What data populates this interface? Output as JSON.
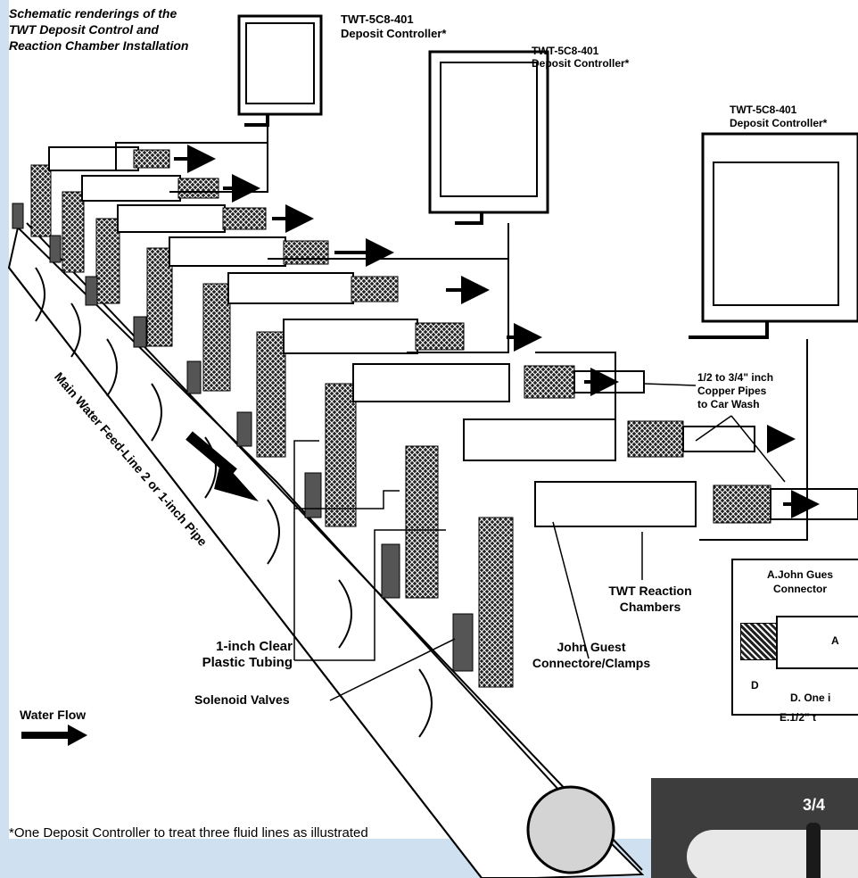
{
  "title_lines": [
    "Schematic renderings of the",
    "TWT Deposit Control and",
    "Reaction Chamber Installation"
  ],
  "controllers": [
    {
      "model": "TWT-5C8-401",
      "name": "Deposit Controller*"
    },
    {
      "model": "TWT-5C8-401",
      "name": "Deposit Controller*"
    },
    {
      "model": "TWT-5C8-401",
      "name": "Deposit Controller*"
    }
  ],
  "labels": {
    "copper_pipes": [
      "1/2 to 3/4\" inch",
      "Copper Pipes",
      "to Car Wash"
    ],
    "reaction_chambers": [
      "TWT Reaction",
      "Chambers"
    ],
    "john_guest": [
      "John Guest",
      "Connectore/Clamps"
    ],
    "clear_tubing": [
      "1-inch Clear",
      "Plastic Tubing"
    ],
    "solenoid": "Solenoid Valves",
    "main_line": "Main Water Feed-Line 2 or 1-inch Pipe",
    "water_flow": "Water Flow",
    "footnote": "*One Deposit Controller to treat three fluid lines as illustrated"
  },
  "legend": {
    "heading": [
      "A.John Gues",
      "Connector"
    ],
    "part_a": "A",
    "part_d": "D",
    "line_d": "D. One i",
    "line_e": "E.1/2\" t"
  },
  "photo_caption": "3/4"
}
